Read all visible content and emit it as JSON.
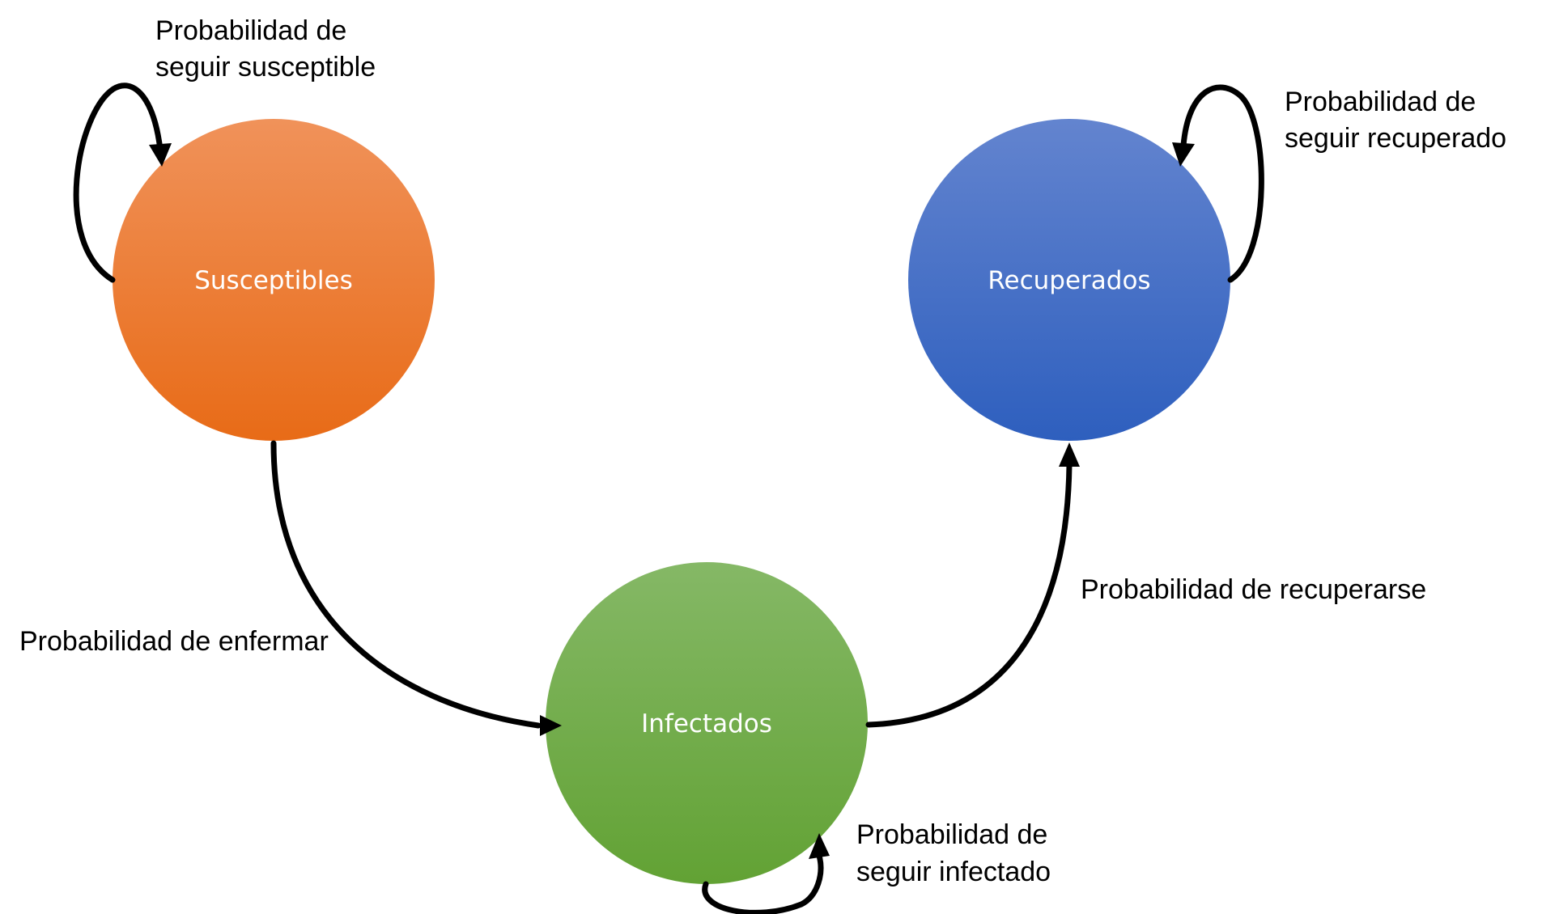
{
  "nodes": {
    "susceptibles": {
      "label": "Susceptibles",
      "color_top": "#F0925A",
      "color_bottom": "#E86B17"
    },
    "infectados": {
      "label": "Infectados",
      "color_top": "#85B866",
      "color_bottom": "#62A234"
    },
    "recuperados": {
      "label": "Recuperados",
      "color_top": "#6384CF",
      "color_bottom": "#2E5FBE"
    }
  },
  "edges": {
    "self_susceptible": {
      "label_line1": "Probabilidad de",
      "label_line2": "seguir susceptible"
    },
    "self_recuperado": {
      "label_line1": "Probabilidad de",
      "label_line2": "seguir recuperado"
    },
    "self_infectado": {
      "label_line1": "Probabilidad de",
      "label_line2": "seguir infectado"
    },
    "enfermar": {
      "label": "Probabilidad de enfermar"
    },
    "recuperarse": {
      "label": "Probabilidad de recuperarse"
    }
  }
}
